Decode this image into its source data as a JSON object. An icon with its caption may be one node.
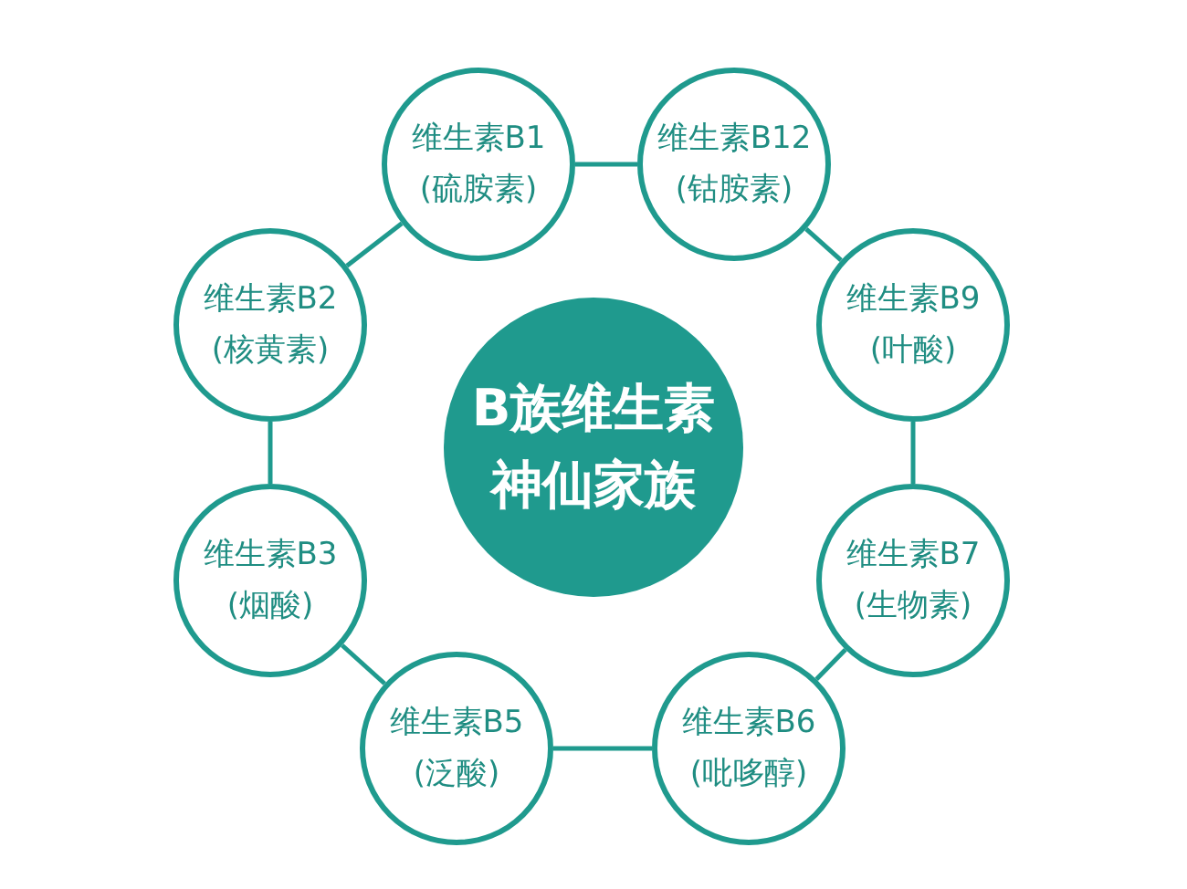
{
  "diagram": {
    "nodes": [
      {
        "text": [
          "B族维生素",
          "神仙家族"
        ]
      },
      {
        "text": [
          "维生素B1",
          "(硫胺素)"
        ]
      },
      {
        "text": [
          "维生素B12",
          "(钴胺素)"
        ]
      },
      {
        "text": [
          "维生素B9",
          "(叶酸)"
        ]
      },
      {
        "text": [
          "维生素B7",
          "(生物素)"
        ]
      },
      {
        "text": [
          "维生素B6",
          "(吡哆醇)"
        ]
      },
      {
        "text": [
          "维生素B5",
          "(泛酸)"
        ]
      },
      {
        "text": [
          "维生素B3",
          "(烟酸)"
        ]
      },
      {
        "text": [
          "维生素B2",
          "(核黄素)"
        ]
      }
    ],
    "edges": [
      {
        "from": 1,
        "to": 2,
        "arrow": "none"
      },
      {
        "from": 2,
        "to": 3,
        "arrow": "none"
      },
      {
        "from": 3,
        "to": 4,
        "arrow": "none"
      },
      {
        "from": 4,
        "to": 5,
        "arrow": "none"
      },
      {
        "from": 5,
        "to": 6,
        "arrow": "none"
      },
      {
        "from": 6,
        "to": 7,
        "arrow": "none"
      },
      {
        "from": 7,
        "to": 8,
        "arrow": "none"
      },
      {
        "from": 8,
        "to": 1,
        "arrow": "none"
      }
    ]
  }
}
